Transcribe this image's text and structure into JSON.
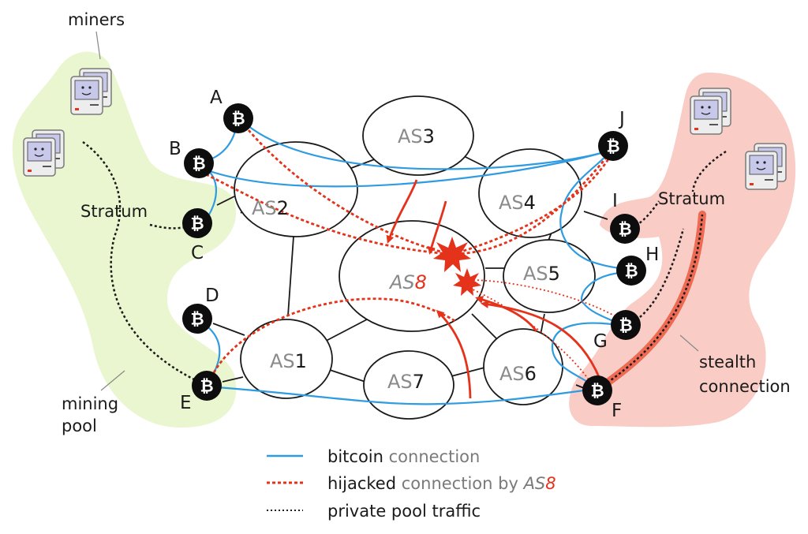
{
  "colors": {
    "bitcoin_connection": "#2f9be0",
    "hijacked_connection": "#e4321b",
    "private_pool_traffic": "#1a1a1a",
    "mining_pool_bg": "#eaf6cf",
    "stealth_pool_bg": "#f9cdc6",
    "stealth_connection": "#ee6a52",
    "as_outline": "#1a1a1a"
  },
  "icons": {
    "bitcoin_node": "bitcoin-icon",
    "miner_computer": "computer-icon",
    "hijack_point": "star-burst-icon"
  },
  "labels": {
    "miners": "miners",
    "stratum_left": "Stratum",
    "stratum_right": "Stratum",
    "mining_pool_1": "mining",
    "mining_pool_2": "pool",
    "stealth_1": "stealth",
    "stealth_2": "connection"
  },
  "as_nodes": {
    "as1": {
      "prefix": "AS",
      "number": "1"
    },
    "as2": {
      "prefix": "AS",
      "number": "2"
    },
    "as3": {
      "prefix": "AS",
      "number": "3"
    },
    "as4": {
      "prefix": "AS",
      "number": "4"
    },
    "as5": {
      "prefix": "AS",
      "number": "5"
    },
    "as6": {
      "prefix": "AS",
      "number": "6"
    },
    "as7": {
      "prefix": "AS",
      "number": "7"
    },
    "as8": {
      "prefix": "AS",
      "number": "8"
    }
  },
  "bitcoin_nodes": {
    "a": "A",
    "b": "B",
    "c": "C",
    "d": "D",
    "e": "E",
    "f": "F",
    "g": "G",
    "h": "H",
    "i": "I",
    "j": "J"
  },
  "legend": {
    "bitcoin": {
      "bold": "bitcoin",
      "rest": " connection"
    },
    "hijacked": {
      "bold": "hijacked",
      "rest": " connection by ",
      "as_prefix": "AS",
      "as_num": "8"
    },
    "private": {
      "text": "private pool traffic"
    }
  }
}
